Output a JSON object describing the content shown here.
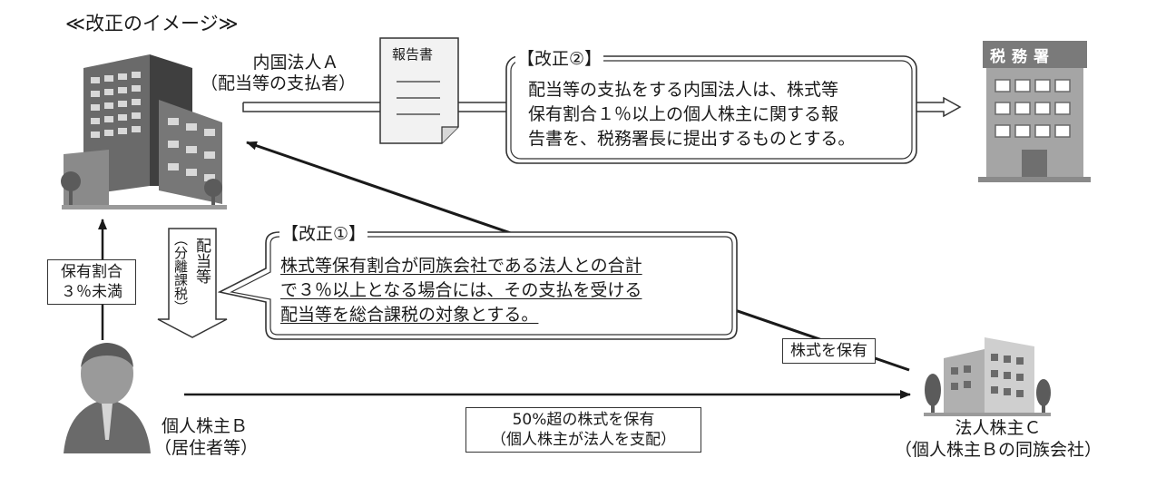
{
  "title": "≪改正のイメージ≫",
  "entities": {
    "corp_a": {
      "name": "内国法人Ａ",
      "role": "（配当等の支払者）"
    },
    "report": {
      "label": "報告書"
    },
    "tax_office": {
      "sign": "税務署"
    },
    "shareholder_b": {
      "name": "個人株主Ｂ",
      "role": "（居住者等）"
    },
    "shareholder_c": {
      "name": "法人株主Ｃ",
      "role": "（個人株主Ｂの同族会社）"
    }
  },
  "revision2": {
    "heading": "【改正②】",
    "lines": [
      "配当等の支払をする内国法人は、株式等",
      "保有割合１％以上の個人株主に関する報",
      "告書を、税務署長に提出するものとする。"
    ]
  },
  "revision1": {
    "heading": "【改正①】",
    "lines": [
      "株式等保有割合が同族会社である法人との合計",
      "で３％以上となる場合には、その支払を受ける",
      "配当等を総合課税の対象とする。"
    ]
  },
  "labels": {
    "holding_ratio": [
      "保有割合",
      "３％未満"
    ],
    "dividend": "配当等",
    "separate_tax": "（分離課税）",
    "holds_shares": "株式を保有",
    "over50": [
      "50%超の株式を保有",
      "（個人株主が法人を支配）"
    ]
  },
  "colors": {
    "building_dark": "#5a5a5a",
    "building_light": "#bdbdbd",
    "tax_office": "#8a8a8a",
    "arrow": "#1a1a1a"
  }
}
